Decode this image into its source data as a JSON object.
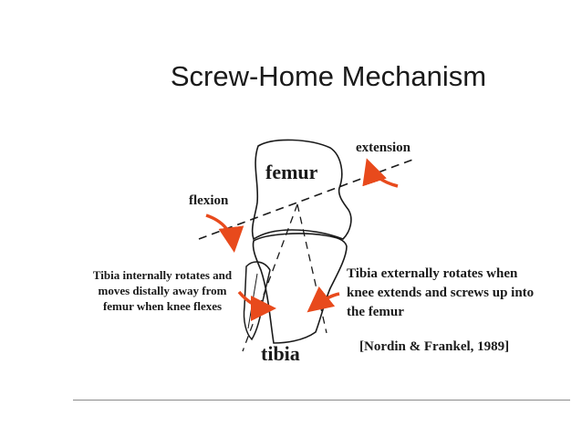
{
  "slide": {
    "title": "Screw-Home Mechanism",
    "labels": {
      "femur": "femur",
      "tibia": "tibia",
      "extension": "extension",
      "flexion": "flexion"
    },
    "notes": {
      "left": "Tibia internally rotates and moves distally away from femur when knee flexes",
      "right": "Tibia externally rotates when knee extends and screws up into the femur"
    },
    "citation": "[Nordin & Frankel, 1989]",
    "colors": {
      "arrow": "#e84a1c",
      "line": "#1a1a1a",
      "text": "#1a1a1a"
    }
  }
}
